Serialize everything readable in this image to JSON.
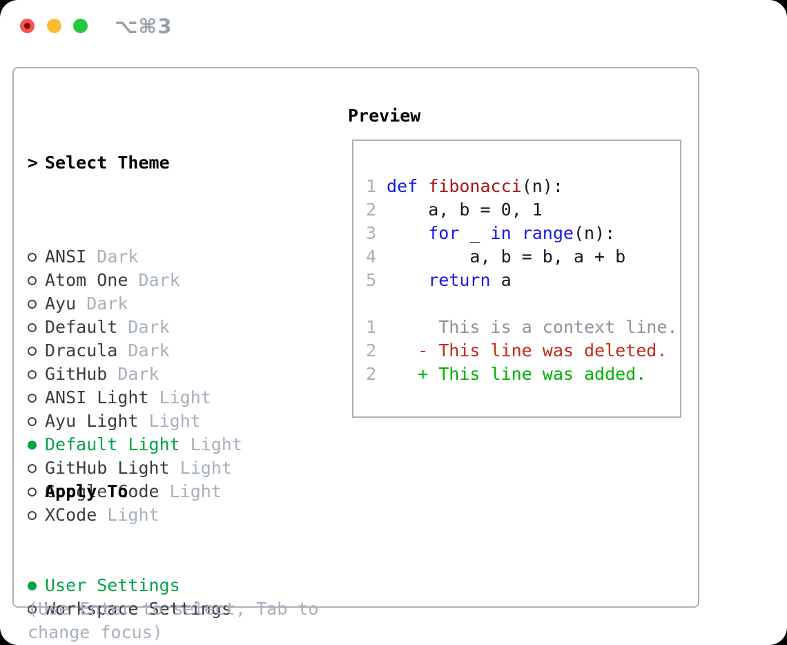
{
  "titlebar": {
    "shortcut_label": "⌥⌘3"
  },
  "colors": {
    "traffic_red": "#f5554f",
    "traffic_red_dot": "#7e0c08",
    "traffic_yellow": "#febb32",
    "traffic_green": "#27c83f",
    "shortcut_gray": "#99a0a8",
    "border_gray": "#a9b1ba",
    "text_dark": "#383d45",
    "muted_gray": "#a7b0bc",
    "accent_green": "#00a445",
    "keyword_blue": "#1717ee",
    "function_red": "#a81512",
    "code_black": "#16181c",
    "context_gray": "#8b939b",
    "diff_deleted_red": "#c32b1a",
    "diff_added_green": "#00b000"
  },
  "theme_list": {
    "header": "Select Theme",
    "items": [
      {
        "name": "ANSI",
        "variant": "Dark",
        "selected": false
      },
      {
        "name": "Atom One",
        "variant": "Dark",
        "selected": false
      },
      {
        "name": "Ayu",
        "variant": "Dark",
        "selected": false
      },
      {
        "name": "Default",
        "variant": "Dark",
        "selected": false
      },
      {
        "name": "Dracula",
        "variant": "Dark",
        "selected": false
      },
      {
        "name": "GitHub",
        "variant": "Dark",
        "selected": false
      },
      {
        "name": "ANSI Light",
        "variant": "Light",
        "selected": false
      },
      {
        "name": "Ayu Light",
        "variant": "Light",
        "selected": false
      },
      {
        "name": "Default Light",
        "variant": "Light",
        "selected": true
      },
      {
        "name": "GitHub Light",
        "variant": "Light",
        "selected": false
      },
      {
        "name": "Google Code",
        "variant": "Light",
        "selected": false
      },
      {
        "name": "XCode",
        "variant": "Light",
        "selected": false
      }
    ]
  },
  "apply_to": {
    "header": "Apply To",
    "options": [
      {
        "label": "User Settings",
        "selected": true
      },
      {
        "label": "Workspace Settings",
        "selected": false
      }
    ]
  },
  "hint": {
    "lines": [
      "(Use Enter to select, Tab to",
      "change focus)"
    ]
  },
  "preview": {
    "title": "Preview",
    "lines": [
      {
        "number": "1",
        "segments": [
          {
            "text": "def",
            "style": "keyword"
          },
          {
            "text": " ",
            "style": "plain"
          },
          {
            "text": "fibonacci",
            "style": "function"
          },
          {
            "text": "(n):",
            "style": "plain"
          }
        ]
      },
      {
        "number": "2",
        "segments": [
          {
            "text": "    a, b = 0, 1",
            "style": "plain"
          }
        ]
      },
      {
        "number": "3",
        "segments": [
          {
            "text": "    ",
            "style": "plain"
          },
          {
            "text": "for",
            "style": "keyword"
          },
          {
            "text": " _ ",
            "style": "plain"
          },
          {
            "text": "in",
            "style": "keyword"
          },
          {
            "text": " ",
            "style": "plain"
          },
          {
            "text": "range",
            "style": "keyword"
          },
          {
            "text": "(n):",
            "style": "plain"
          }
        ]
      },
      {
        "number": "4",
        "segments": [
          {
            "text": "        a, b = b, a + b",
            "style": "plain"
          }
        ]
      },
      {
        "number": "5",
        "segments": [
          {
            "text": "    ",
            "style": "plain"
          },
          {
            "text": "return",
            "style": "keyword"
          },
          {
            "text": " a",
            "style": "plain"
          }
        ]
      },
      {
        "number": "",
        "segments": []
      },
      {
        "number": "1",
        "segments": [
          {
            "text": "     This is a context line.",
            "style": "context"
          }
        ]
      },
      {
        "number": "2",
        "segments": [
          {
            "text": "   - This line was deleted.",
            "style": "deleted"
          }
        ]
      },
      {
        "number": "2",
        "segments": [
          {
            "text": "   + This line was added.",
            "style": "added"
          }
        ]
      }
    ]
  }
}
